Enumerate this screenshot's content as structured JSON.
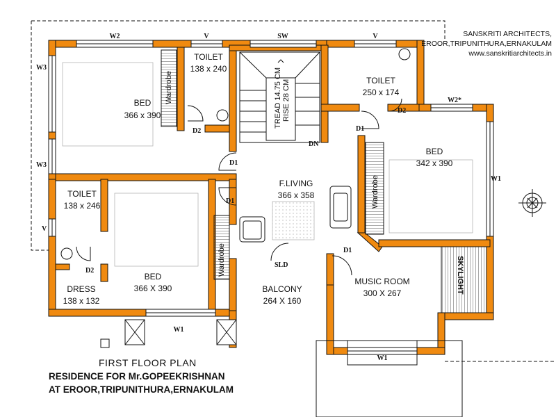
{
  "architect": {
    "name": "SANSKRITI ARCHITECTS,",
    "location": "EROOR,TRIPUNITHURA,ERNAKULAM",
    "website": "www.sanskritiarchitects.in"
  },
  "title": {
    "line1": "FIRST FLOOR PLAN",
    "line2": "RESIDENCE FOR Mr.GOPEEKRISHNAN",
    "line3": "AT EROOR,TRIPUNITHURA,ERNAKULAM"
  },
  "rooms": {
    "bed_nw": {
      "name": "BED",
      "size": "366 x 390"
    },
    "toilet_n": {
      "name": "TOILET",
      "size": "138 x 240"
    },
    "toilet_ne": {
      "name": "TOILET",
      "size": "250 x 174"
    },
    "bed_e": {
      "name": "BED",
      "size": "342 x 390"
    },
    "toilet_w": {
      "name": "TOILET",
      "size": "138 x 246"
    },
    "bed_sw": {
      "name": "BED",
      "size": "366 X 390"
    },
    "dress": {
      "name": "DRESS",
      "size": "138 x 132"
    },
    "living": {
      "name": "F.LIVING",
      "size": "366 x 358"
    },
    "balcony": {
      "name": "BALCONY",
      "size": "264 X 160"
    },
    "music": {
      "name": "MUSIC ROOM",
      "size": "300 X 267"
    }
  },
  "stair": {
    "tread": "TREAD 14.75 CM",
    "rise": "RISE 28 CM",
    "down": "DN"
  },
  "labels": {
    "w2": "W2",
    "v": "V",
    "sw": "SW",
    "w3": "W3",
    "w1": "W1",
    "w2star": "W2*",
    "d1": "D1",
    "d2": "D2",
    "sld": "SLD",
    "wardrobe": "Wardrobe",
    "skylight": "SKYLIGHT"
  },
  "colors": {
    "wall": "#f08a10",
    "line": "#111111"
  }
}
